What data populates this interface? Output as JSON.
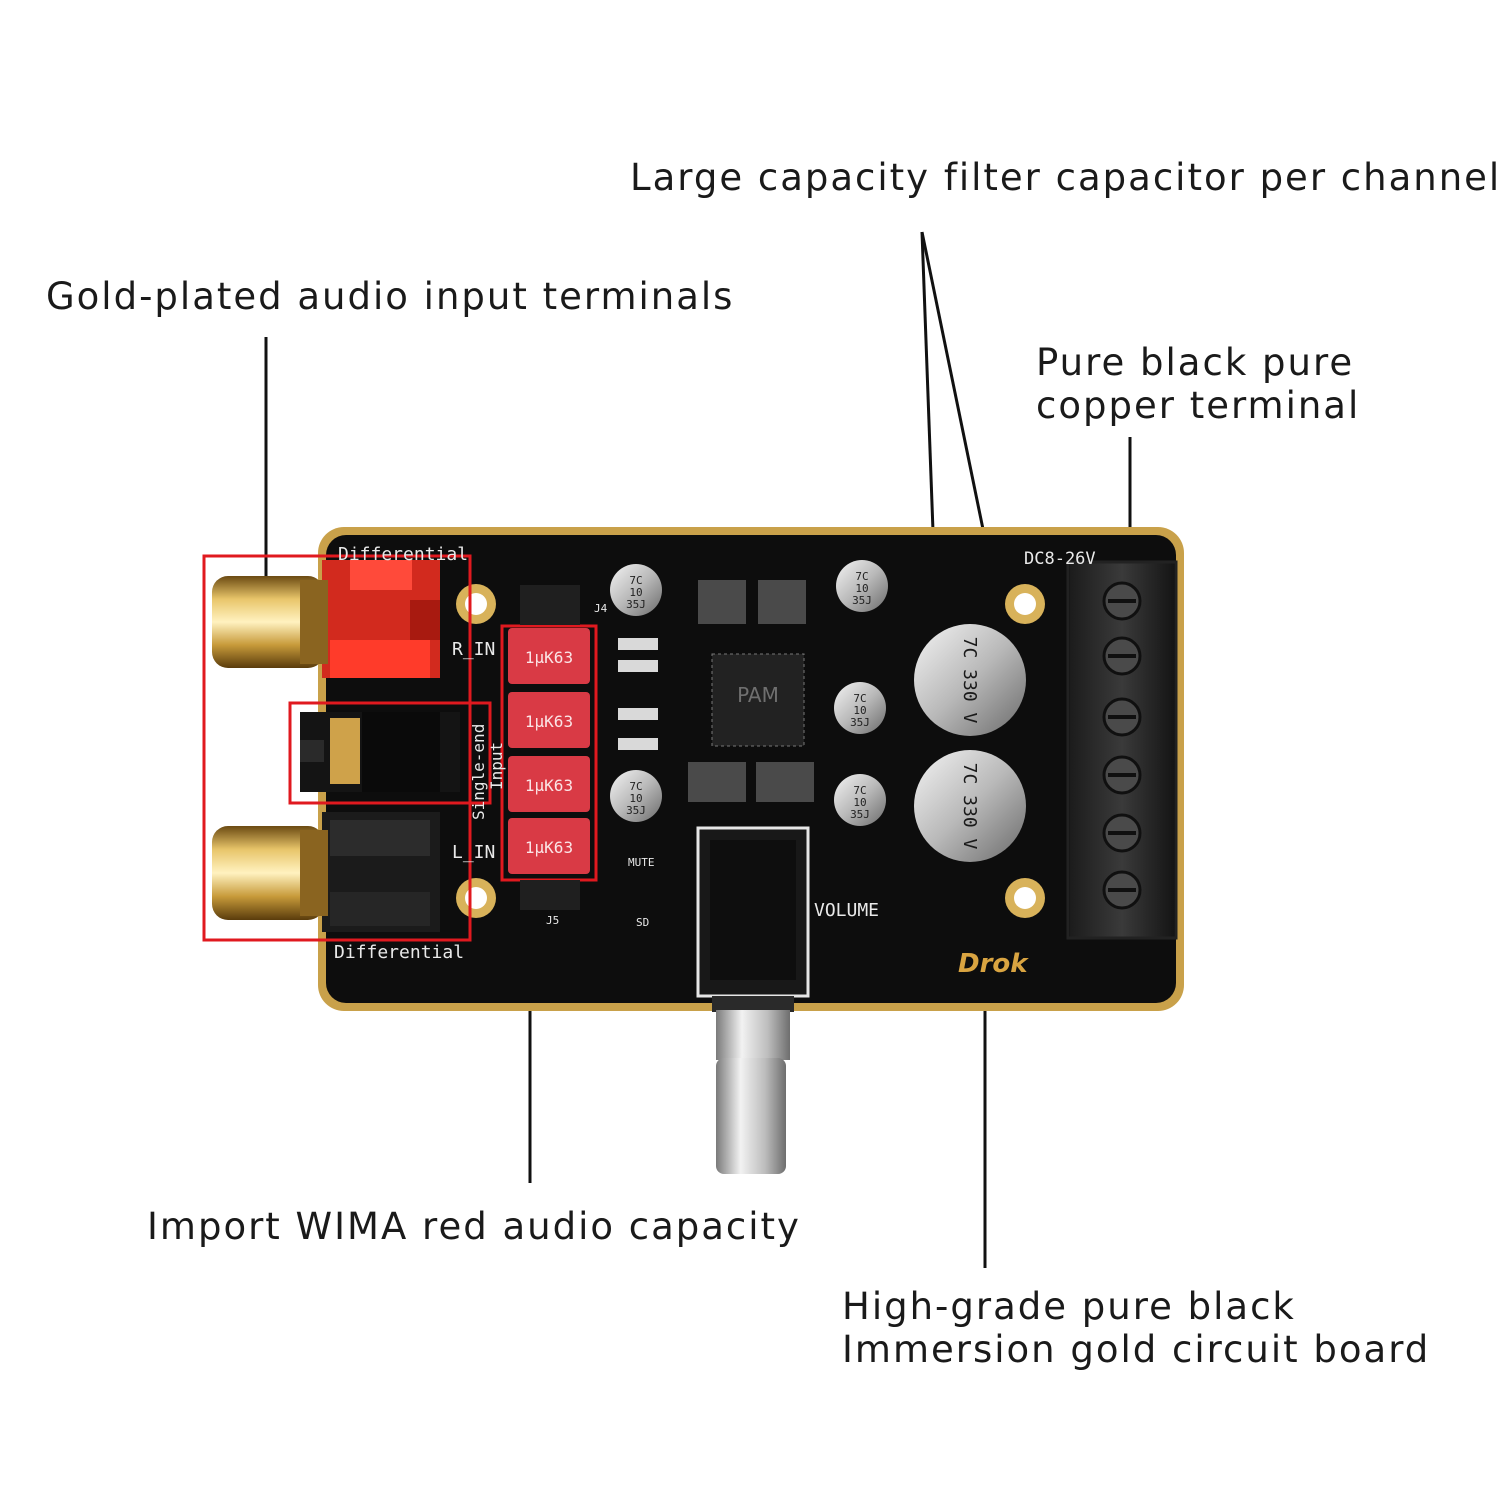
{
  "callouts": {
    "capacitor": "Large capacity filter capacitor per channel",
    "input_terminals": "Gold-plated audio input terminals",
    "copper_terminal_line1": "Pure black pure",
    "copper_terminal_line2": "copper terminal",
    "wima": "Import WIMA red audio capacity",
    "board_line1": "High-grade pure black",
    "board_line2": "Immersion gold circuit board"
  },
  "board": {
    "label_differential_top": "Differential",
    "label_differential_bottom": "Differential",
    "label_r_in": "R_IN",
    "label_l_in": "L_IN",
    "label_single_end": "Single-end",
    "label_input": "Input",
    "label_dc": "DC8-26V",
    "label_volume": "VOLUME",
    "label_mute": "MUTE",
    "label_sd": "SD",
    "label_j4": "J4",
    "label_j5": "J5",
    "chip_brand": "PAM",
    "brand_logo": "Drok",
    "wima_marking": "1μK63",
    "small_cap_marking": [
      "7C",
      "10",
      "35J"
    ],
    "big_cap_marking": "7C 330 V"
  },
  "colors": {
    "board": "#0d0d0d",
    "board_edge": "#c9a14a",
    "highlight": "#e0191f",
    "wima_red": "#d93a45",
    "rca_gold": "#c79a3a"
  }
}
